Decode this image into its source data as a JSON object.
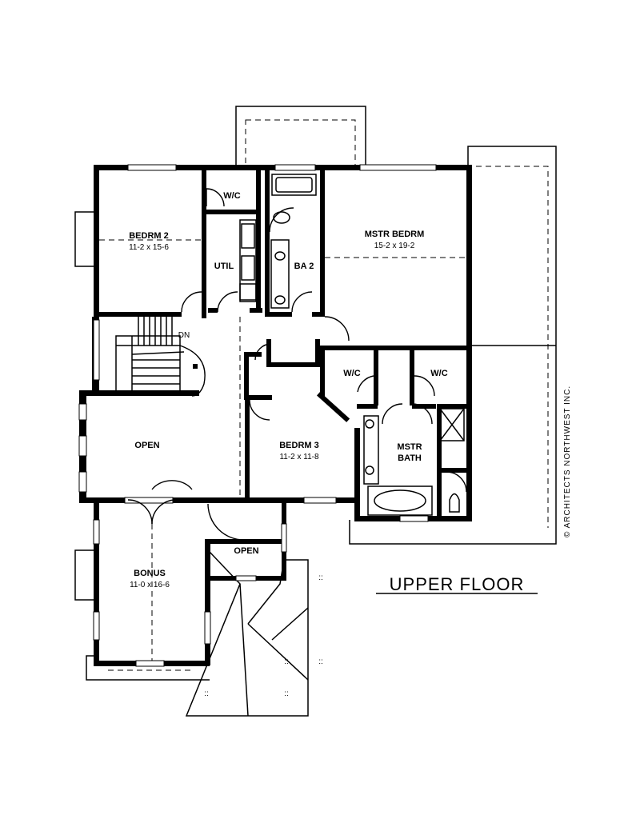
{
  "plan": {
    "title": "UPPER FLOOR",
    "credit": "© ARCHITECTS NORTHWEST INC.",
    "rooms": {
      "bedroom2": {
        "name": "BEDRM 2",
        "size": "11-2 x 15-6"
      },
      "master_bedroom": {
        "name": "MSTR BEDRM",
        "size": "15-2 x 19-2"
      },
      "bedroom3": {
        "name": "BEDRM 3",
        "size": "11-2 x 11-8"
      },
      "bonus": {
        "name": "BONUS",
        "size": "11-0 x 16-6"
      },
      "wic_top": {
        "name": "W/C"
      },
      "util": {
        "name": "UTIL"
      },
      "bath2": {
        "name": "BA 2"
      },
      "wic_left": {
        "name": "W/C"
      },
      "wic_right": {
        "name": "W/C"
      },
      "master_bath_line1": {
        "name": "MSTR"
      },
      "master_bath_line2": {
        "name": "BATH"
      },
      "open_upper": {
        "name": "OPEN"
      },
      "open_lower": {
        "name": "OPEN"
      },
      "stairs_down": {
        "name": "DN"
      }
    }
  }
}
